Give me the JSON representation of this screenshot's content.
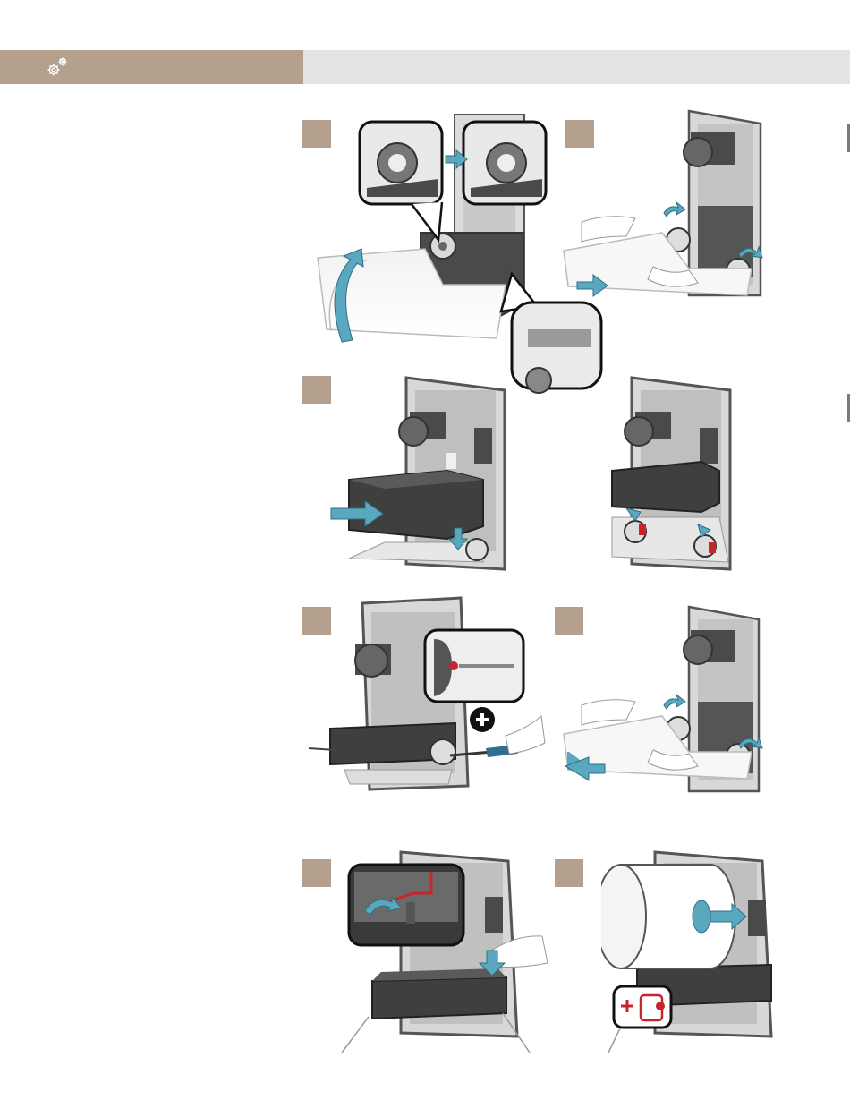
{
  "header": {
    "icon": "gear-icon",
    "colors": {
      "accent": "#b5a08d",
      "bar": "#e4e4e4",
      "arrow": "#5aa8c0",
      "highlight": "#c8242b"
    }
  },
  "steps": [
    {
      "id": "step-1",
      "badge": ""
    },
    {
      "id": "step-2",
      "badge": ""
    },
    {
      "id": "step-3",
      "badge": ""
    },
    {
      "id": "step-4",
      "badge": ""
    },
    {
      "id": "step-5",
      "badge": ""
    },
    {
      "id": "step-6",
      "badge": ""
    },
    {
      "id": "step-7",
      "badge": ""
    }
  ]
}
